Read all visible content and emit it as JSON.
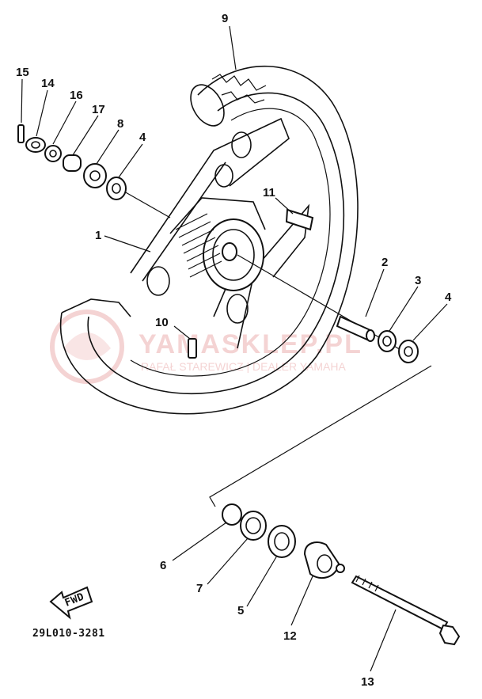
{
  "diagram": {
    "code": "29L010-3281",
    "direction_badge": "FWD",
    "callouts": {
      "c9": "9",
      "c15": "15",
      "c14": "14",
      "c16": "16",
      "c17": "17",
      "c8": "8",
      "c4a": "4",
      "c11": "11",
      "c1": "1",
      "c2": "2",
      "c3": "3",
      "c4b": "4",
      "c10": "10",
      "c6": "6",
      "c7": "7",
      "c5": "5",
      "c12": "12",
      "c13": "13"
    }
  },
  "watermark": {
    "brand": "YAMASKLEP.PL",
    "tagline": "RAFAŁ STAREWICZ | DEALER YAMAHA"
  },
  "colors": {
    "ink": "#111111",
    "watermark": "#e8a0a0"
  }
}
